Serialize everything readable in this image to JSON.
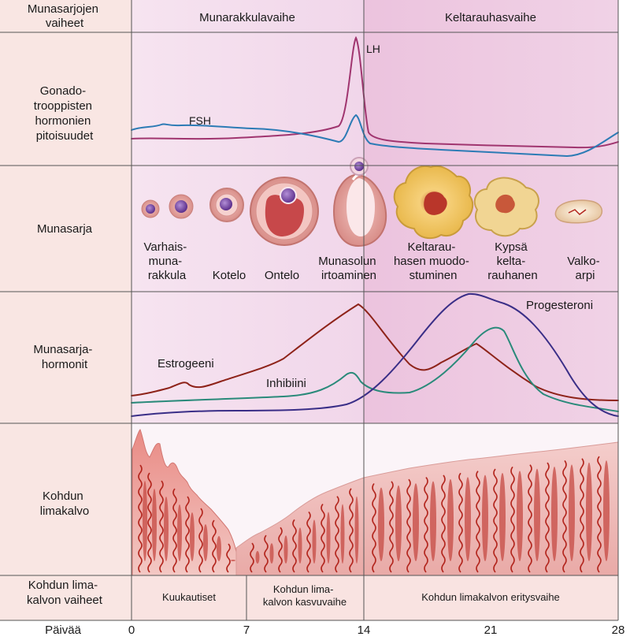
{
  "row_labels": {
    "phases": [
      "Munasarjojen",
      "vaiheet"
    ],
    "gonadotropins": [
      "Gonado-",
      "trooppisten",
      "hormonien",
      "pitoisuudet"
    ],
    "ovary": [
      "Munasarja"
    ],
    "ovarian_hormones": [
      "Munasarja-",
      "hormonit"
    ],
    "endometrium": [
      "Kohdun",
      "limakalvo"
    ],
    "endometrial_phases": [
      "Kohdun lima-",
      "kalvon vaiheet"
    ],
    "days": "Päivää"
  },
  "ovarian_phases": {
    "follicular": "Munarakkulavaihe",
    "luteal": "Keltarauhasvaihe"
  },
  "gonadotropin_labels": {
    "lh": "LH",
    "fsh": "FSH"
  },
  "ovary_stages": [
    [
      "Varhais-",
      "muna-",
      "rakkula"
    ],
    [
      "Kotelo"
    ],
    [
      "Ontelo"
    ],
    [
      "Munasolun",
      "irtoaminen"
    ],
    [
      "Keltarau-",
      "hasen muodo-",
      "stuminen"
    ],
    [
      "Kypsä",
      "kelta-",
      "rauhanen"
    ],
    [
      "Valko-",
      "arpi"
    ]
  ],
  "hormone_labels": {
    "estrogen": "Estrogeeni",
    "inhibin": "Inhibiini",
    "progesterone": "Progesteroni"
  },
  "endometrial_phases": {
    "menstruation": "Kuukautiset",
    "proliferative": [
      "Kohdun lima-",
      "kalvon kasvuvaihe"
    ],
    "secretory": "Kohdun limakalvon eritysvaihe"
  },
  "day_ticks": [
    "0",
    "7",
    "14",
    "21",
    "28"
  ],
  "colors": {
    "label_column": "#f9e5e2",
    "follicular_bg": "#f5e0ee",
    "luteal_bg": "#ecc6df",
    "lh_line": "#a0356f",
    "fsh_line": "#2c7bb5",
    "estrogen_line": "#8e2319",
    "inhibin_line": "#2a8a7a",
    "progesterone_line": "#3a2e87",
    "tissue": "#f1c9c6",
    "vessel": "#b3261e"
  }
}
